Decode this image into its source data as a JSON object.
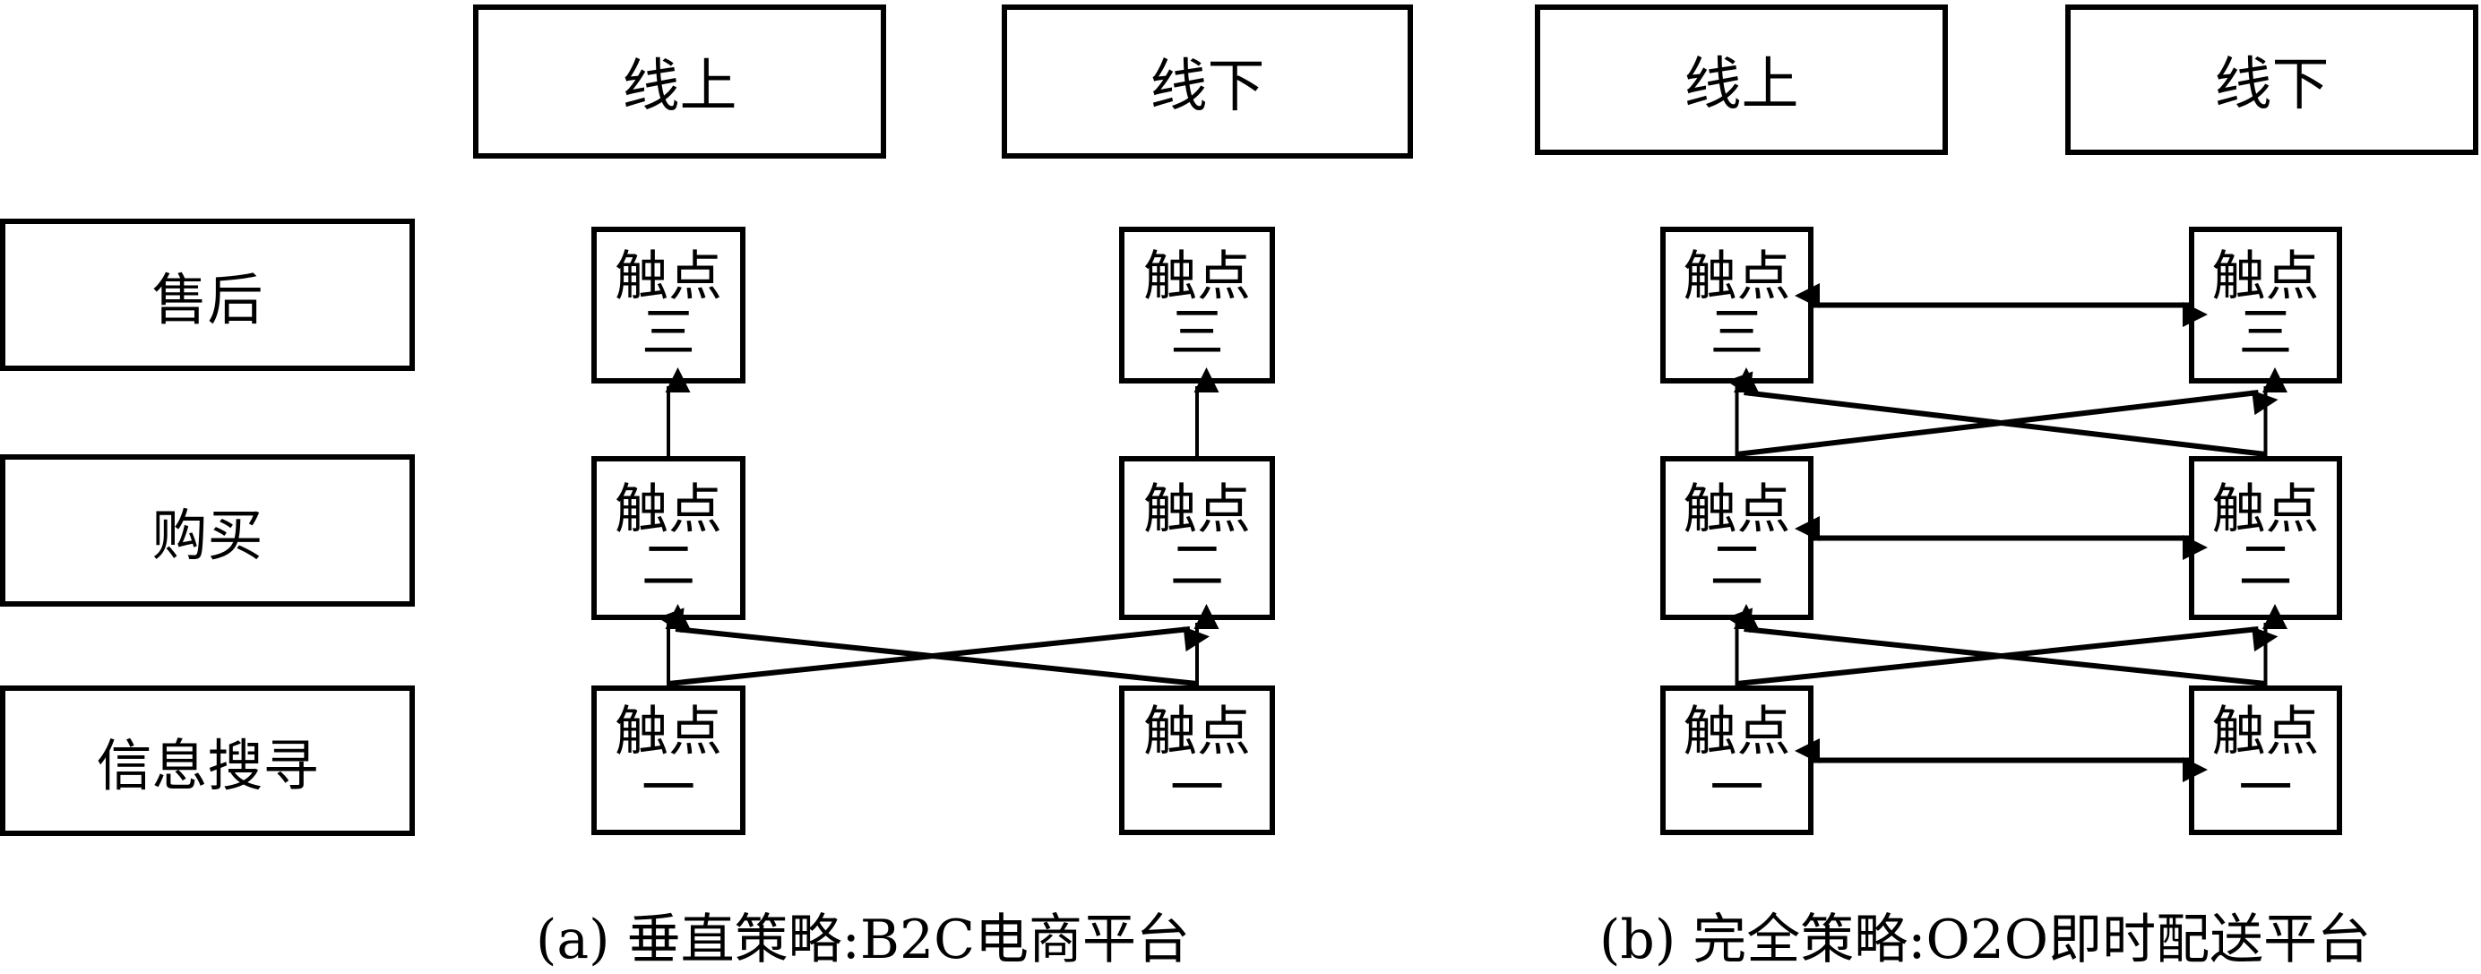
{
  "diagram": {
    "panels": [
      {
        "id": "a",
        "caption": "(a) 垂直策略:B2C电商平台",
        "channels": [
          "线上",
          "线下"
        ],
        "connections": "vertical-and-cross"
      },
      {
        "id": "b",
        "caption": "(b) 完全策略:O2O即时配送平台",
        "channels": [
          "线上",
          "线下"
        ],
        "connections": "vertical-cross-and-horizontal-bidirectional"
      }
    ],
    "stages": [
      "售后",
      "购买",
      "信息搜寻"
    ],
    "touchpoints": {
      "label": "触点",
      "row_suffix": [
        "三",
        "二",
        "一"
      ]
    }
  }
}
